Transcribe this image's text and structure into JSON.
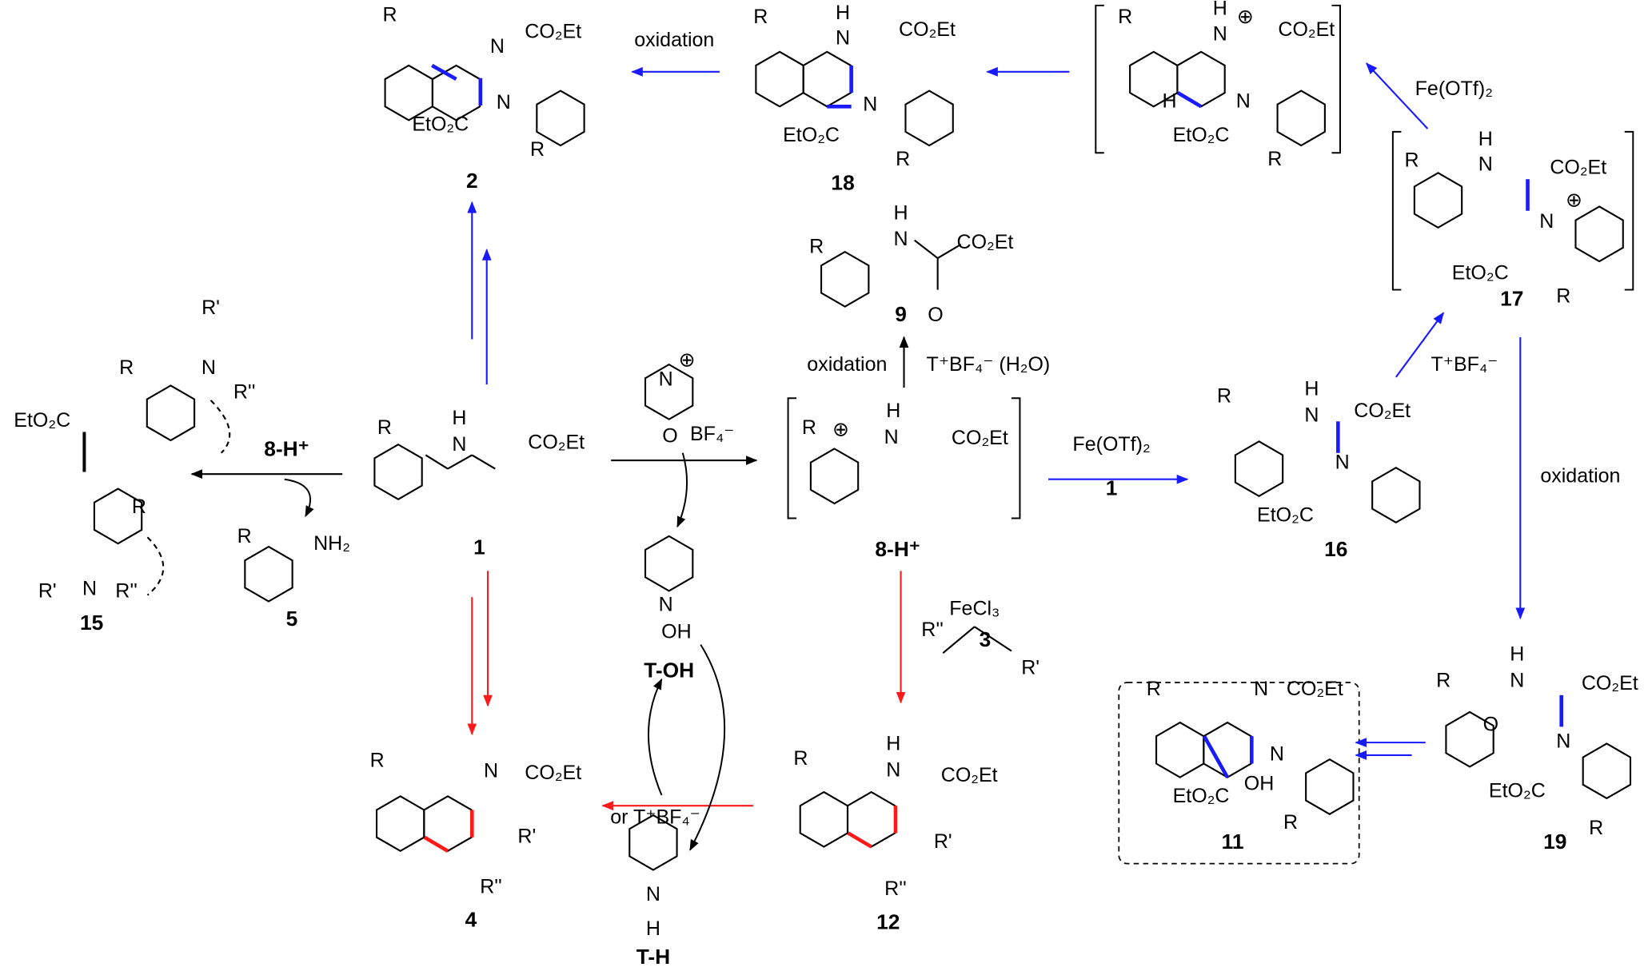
{
  "colors": {
    "blue_path": "#1a1aff",
    "red_path": "#ff1a1a",
    "black_path": "#000000"
  },
  "compound_numbers": {
    "c2": "2",
    "c18": "18",
    "c9": "9",
    "c17": "17",
    "c15": "15",
    "c5": "5",
    "c1": "1",
    "tOH": "T-OH",
    "c8H": "8-H⁺",
    "c16": "16",
    "c4": "4",
    "tH": "T-H",
    "c12": "12",
    "c3": "3",
    "c11": "11",
    "c19": "19"
  },
  "reagents": {
    "top_oxidation": "oxidation",
    "fe_otf_top": "Fe(OTf)₂",
    "mid_oxidation": "oxidation",
    "t_bf4_water": "T⁺BF₄⁻ (H₂O)",
    "acid_8H": "8-H⁺",
    "fe_otf_mid": "Fe(OTf)₂",
    "amine_1": "1",
    "t_bf4_right": "T⁺BF₄⁻",
    "right_oxidation": "oxidation",
    "fecl3": "FeCl₃",
    "or_t_bf4": "or T⁺BF₄⁻",
    "tempo_bf4": "BF₄⁻"
  },
  "atom_labels": {
    "c2": [
      "R",
      "N",
      "CO₂Et",
      "N",
      "EtO₂C",
      "R"
    ],
    "c18": [
      "R",
      "H",
      "N",
      "CO₂Et",
      "N",
      "EtO₂C",
      "R"
    ],
    "int_top": [
      "R",
      "H",
      "N",
      "⊕",
      "CO₂Et",
      "N",
      "H",
      "EtO₂C",
      "R"
    ],
    "c17": [
      "R",
      "H",
      "N",
      "CO₂Et",
      "N",
      "⊕",
      "EtO₂C",
      "R"
    ],
    "c9": [
      "R",
      "H",
      "N",
      "CO₂Et",
      "O"
    ],
    "c15": [
      "EtO₂C",
      "R",
      "R'",
      "N",
      "R''",
      "R",
      "R'",
      "N",
      "R''"
    ],
    "c5": [
      "R",
      "NH₂"
    ],
    "c1": [
      "R",
      "H",
      "N",
      "CO₂Et"
    ],
    "tempo": [
      "N",
      "⊕",
      "O"
    ],
    "tOH": [
      "N",
      "OH"
    ],
    "c8H": [
      "R",
      "⊕",
      "H",
      "N",
      "CO₂Et"
    ],
    "c16": [
      "R",
      "H",
      "N",
      "CO₂Et",
      "N",
      "EtO₂C"
    ],
    "c4": [
      "R",
      "N",
      "CO₂Et",
      "R'",
      "R''"
    ],
    "tH": [
      "N",
      "H"
    ],
    "c12": [
      "R",
      "H",
      "N",
      "CO₂Et",
      "R'",
      "R''"
    ],
    "c3": [
      "R''",
      "R'"
    ],
    "c11": [
      "R",
      "N",
      "CO₂Et",
      "N",
      "OH",
      "EtO₂C",
      "R"
    ],
    "c19": [
      "R",
      "H",
      "N",
      "CO₂Et",
      "O",
      "N",
      "EtO₂C",
      "R"
    ]
  }
}
